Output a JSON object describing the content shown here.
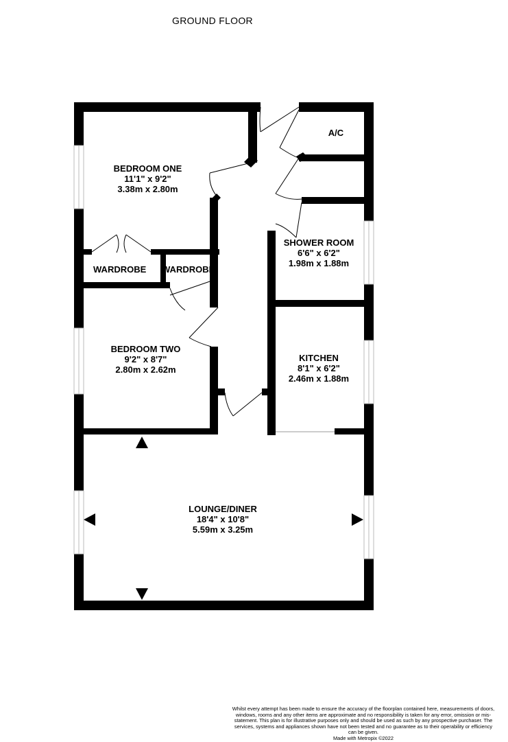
{
  "floor_title": "GROUND FLOOR",
  "rooms": {
    "bedroom_one": {
      "name": "BEDROOM ONE",
      "imperial": "11'1\"  x 9'2\"",
      "metric": "3.38m  x 2.80m"
    },
    "bedroom_two": {
      "name": "BEDROOM TWO",
      "imperial": "9'2\"  x 8'7\"",
      "metric": "2.80m  x 2.62m"
    },
    "shower_room": {
      "name": "SHOWER ROOM",
      "imperial": "6'6\"  x 6'2\"",
      "metric": "1.98m  x 1.88m"
    },
    "kitchen": {
      "name": "KITCHEN",
      "imperial": "8'1\"  x 6'2\"",
      "metric": "2.46m  x 1.88m"
    },
    "lounge_diner": {
      "name": "LOUNGE/DINER",
      "imperial": "18'4\"  x 10'8\"",
      "metric": "5.59m  x 3.25m"
    },
    "ac": {
      "name": "A/C"
    },
    "wardrobe_1": {
      "name": "WARDROBE"
    },
    "wardrobe_2": {
      "name": "WARDROBE"
    }
  },
  "disclaimer": {
    "text": "Whilst every attempt has been made to ensure the accuracy of the floorplan contained here, measurements of doors, windows, rooms and any other items are approximate and no responsibility is taken for any error, omission or mis-statement. This plan is for illustrative purposes only and should be used as such by any prospective purchaser. The services, systems and appliances shown have not been tested and no guarantee as to their operability or efficiency can be given.",
    "credit": "Made with Metropix ©2022"
  },
  "colors": {
    "wall": "#000000",
    "background": "#ffffff",
    "window_stroke": "#bbbbbb"
  }
}
